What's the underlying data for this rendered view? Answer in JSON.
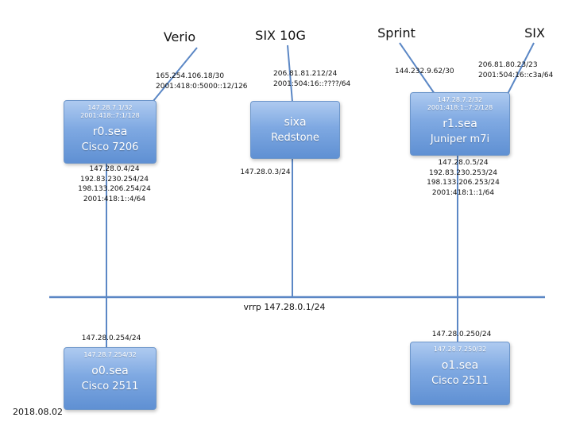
{
  "date_label": "2018.08.02",
  "bus": {
    "label": "vrrp 147.28.0.1/24"
  },
  "uplinks": {
    "verio": {
      "label": "Verio",
      "annotation": "165.254.106.18/30\n2001:418:0:5000::12/126"
    },
    "six10g": {
      "label": "SIX 10G",
      "annotation": "206.81.81.212/24\n2001:504:16::????/64"
    },
    "sprint": {
      "label": "Sprint",
      "annotation": "144.232.9.62/30"
    },
    "six": {
      "label": "SIX",
      "annotation": "206.81.80.23/23\n2001:504:16::c3a/64"
    }
  },
  "nodes": {
    "r0": {
      "loopbacks": "147.28.7.1/32\n2001:418::7:1/128",
      "name": "r0.sea",
      "model": "Cisco 7206",
      "interfaces": "147.28.0.4/24\n192.83.230.254/24\n198.133.206.254/24\n2001:418:1::4/64"
    },
    "sixa": {
      "name": "sixa",
      "model": "Redstone",
      "interfaces": "147.28.0.3/24"
    },
    "r1": {
      "loopbacks": "147.28.7.2/32\n2001:418:1::7:2/128",
      "name": "r1.sea",
      "model": "Juniper m7i",
      "interfaces": "147.28.0.5/24\n192.83.230.253/24\n198.133.206.253/24\n2001:418:1::1/64"
    },
    "o0": {
      "lan_ip": "147.28.0.254/24",
      "loopbacks": "147.28.7.254/32",
      "name": "o0.sea",
      "model": "Cisco 2511"
    },
    "o1": {
      "lan_ip": "147.28.0.250/24",
      "loopbacks": "147.28.7.250/32",
      "name": "o1.sea",
      "model": "Cisco 2511"
    }
  },
  "colors": {
    "link": "#5b87c5",
    "node_fill_top": "#aecaf0",
    "node_fill_bottom": "#5f90d3",
    "node_border": "#6d96ca",
    "node_text": "#ffffff",
    "label_text": "#111111"
  }
}
